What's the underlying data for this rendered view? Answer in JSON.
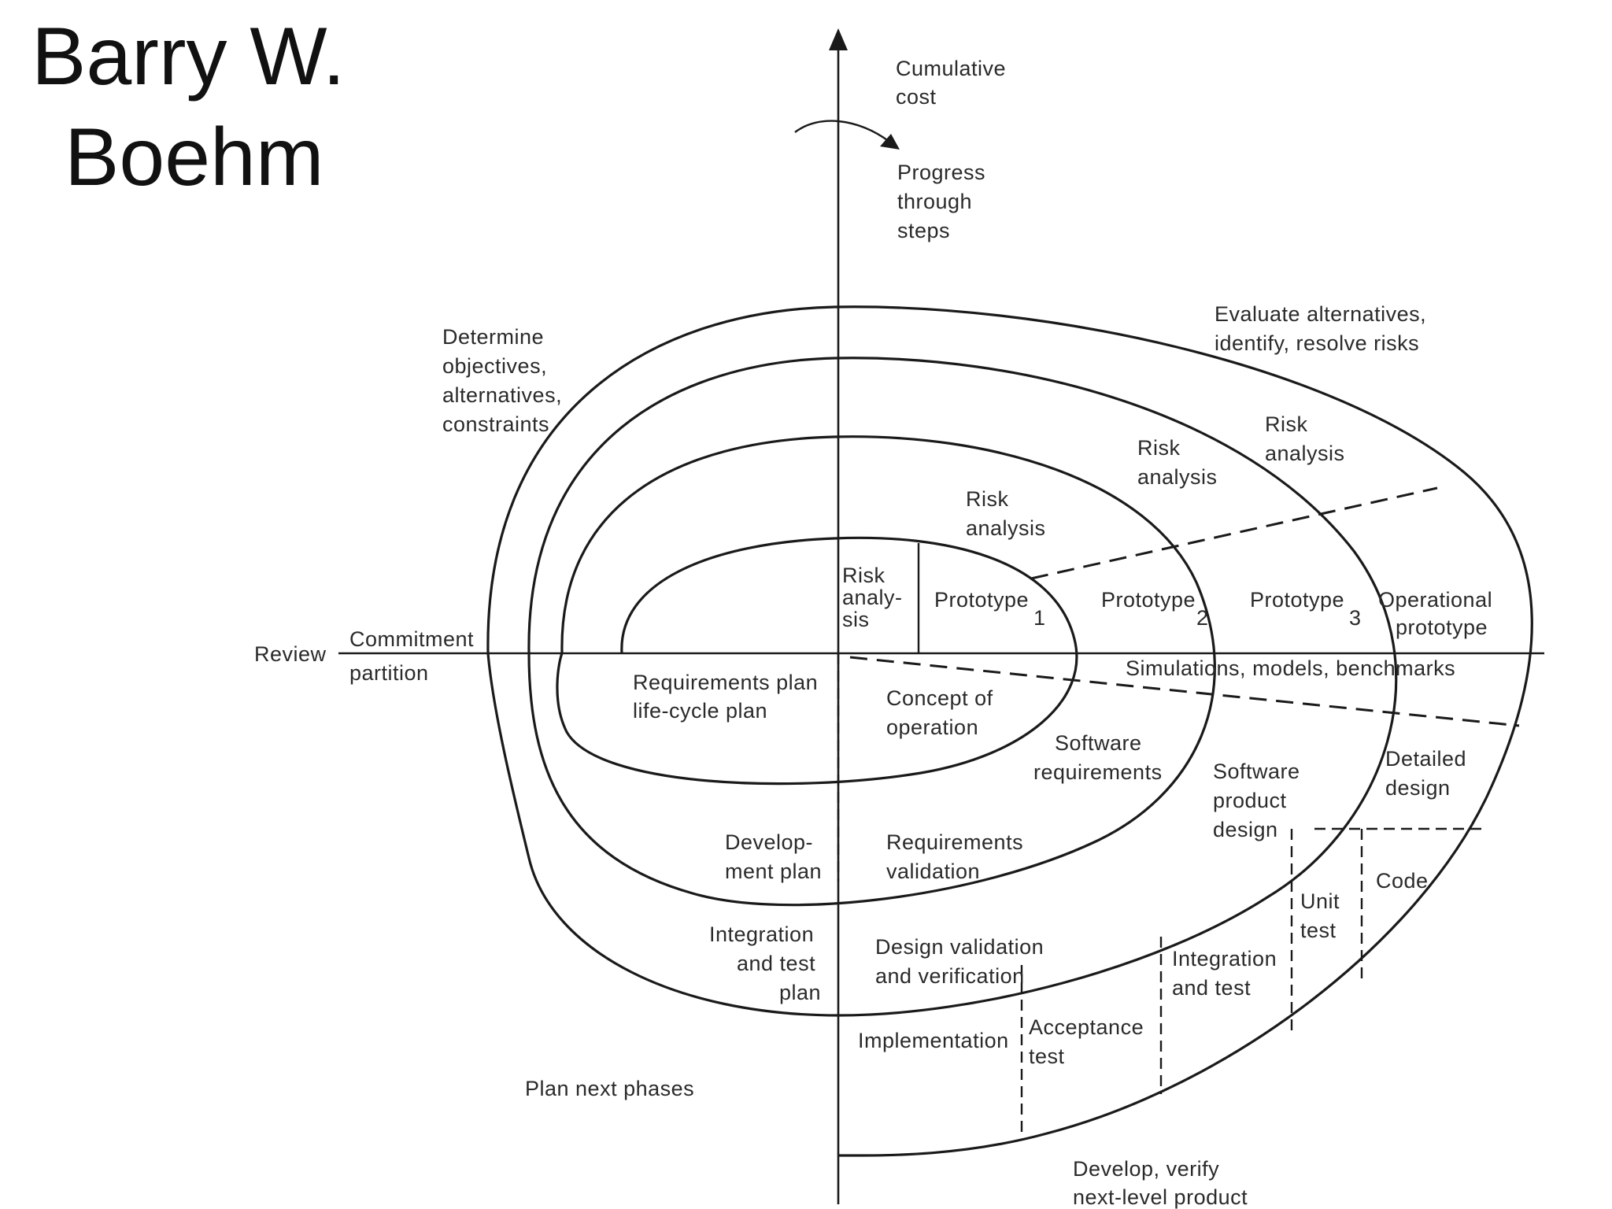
{
  "title": {
    "line1": "Barry W.",
    "line2": "Boehm"
  },
  "diagram": {
    "axis": {
      "cumulative_cost": [
        "Cumulative",
        "cost"
      ],
      "progress": [
        "Progress",
        "through",
        "steps"
      ]
    },
    "quadrants": {
      "determine": [
        "Determine",
        "objectives,",
        "alternatives,",
        "constraints"
      ],
      "evaluate": [
        "Evaluate alternatives,",
        "identify, resolve risks"
      ],
      "plan_next": "Plan next phases",
      "develop": [
        "Develop, verify",
        "next-level product"
      ]
    },
    "review": "Review",
    "commitment": "Commitment",
    "partition": "partition",
    "risk_analysis_small": [
      "Risk",
      "analy-",
      "sis"
    ],
    "risk_analysis_label": [
      "Risk",
      "analysis"
    ],
    "prototype": "Prototype",
    "prototype_numbers": [
      "1",
      "2",
      "3"
    ],
    "operational_prototype": [
      "Operational",
      "prototype"
    ],
    "simulations": "Simulations, models, benchmarks",
    "requirements_plan": [
      "Requirements plan",
      "life-cycle plan"
    ],
    "concept_of_operation": [
      "Concept of",
      "operation"
    ],
    "software_requirements": [
      "Software",
      "requirements"
    ],
    "software_product_design": [
      "Software",
      "product",
      "design"
    ],
    "detailed_design": [
      "Detailed",
      "design"
    ],
    "code": "Code",
    "unit_test": [
      "Unit",
      "test"
    ],
    "development_plan": [
      "Develop-",
      "ment plan"
    ],
    "requirements_validation": [
      "Requirements",
      "validation"
    ],
    "integration_test_plan": [
      "Integration",
      "and test",
      "plan"
    ],
    "design_validation": [
      "Design validation",
      "and verification"
    ],
    "integration_and_test": [
      "Integration",
      "and test"
    ],
    "implementation": "Implementation",
    "acceptance_test": [
      "Acceptance",
      "test"
    ]
  }
}
